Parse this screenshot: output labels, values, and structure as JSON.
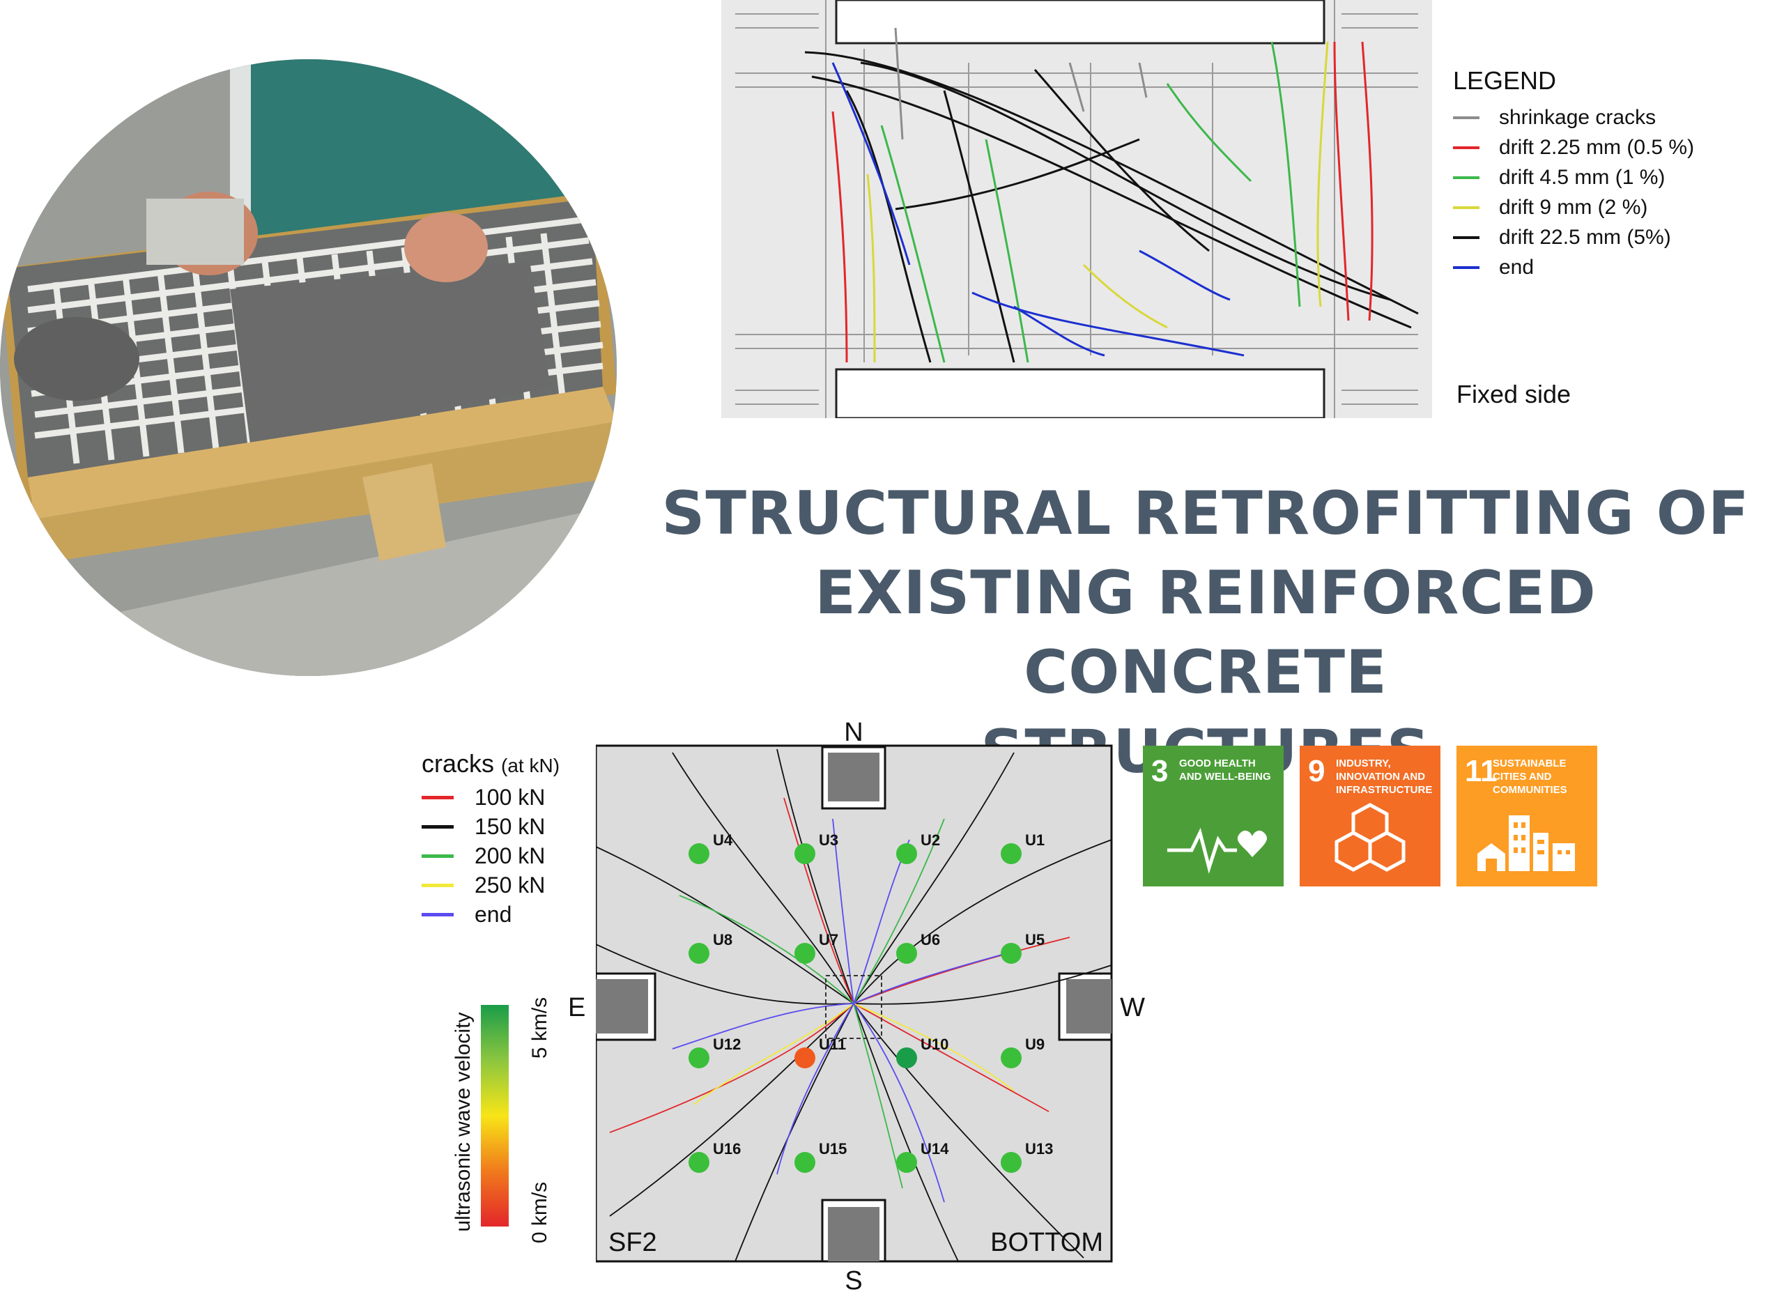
{
  "title": {
    "line1": "STRUCTURAL RETROFITTING OF",
    "line2": "EXISTING REINFORCED CONCRETE",
    "line3": "STRUCTURES"
  },
  "beam_figure": {
    "legend_title": "LEGEND",
    "legend": [
      {
        "label": "shrinkage cracks",
        "color": "#8c8c8c"
      },
      {
        "label": "drift 2.25 mm (0.5 %)",
        "color": "#e3262a"
      },
      {
        "label": "drift 4.5 mm (1 %)",
        "color": "#3cb84a"
      },
      {
        "label": "drift 9 mm (2 %)",
        "color": "#d8d83a"
      },
      {
        "label": "drift 22.5 mm (5%)",
        "color": "#111111"
      },
      {
        "label": "end",
        "color": "#1c2fd0"
      }
    ],
    "fixed_side": "Fixed side"
  },
  "slab_figure": {
    "legend_title": "cracks",
    "legend_title_unit": "(at kN)",
    "legend": [
      {
        "label": "100 kN",
        "color": "#e3262a"
      },
      {
        "label": "150 kN",
        "color": "#111111"
      },
      {
        "label": "200 kN",
        "color": "#3cb84a"
      },
      {
        "label": "250 kN",
        "color": "#f2e93a"
      },
      {
        "label": "end",
        "color": "#5a4cf0"
      }
    ],
    "directions": {
      "n": "N",
      "s": "S",
      "e": "E",
      "w": "W"
    },
    "corner_left": "SF2",
    "corner_right": "BOTTOM",
    "colorbar": {
      "axis_label": "ultrasonic wave velocity",
      "top_label": "5 km/s",
      "bottom_label": "0 km/s"
    },
    "sensors": [
      {
        "id": "U1",
        "color": "#3bbf3b"
      },
      {
        "id": "U2",
        "color": "#3bbf3b"
      },
      {
        "id": "U3",
        "color": "#3bbf3b"
      },
      {
        "id": "U4",
        "color": "#3bbf3b"
      },
      {
        "id": "U5",
        "color": "#3bbf3b"
      },
      {
        "id": "U6",
        "color": "#3bbf3b"
      },
      {
        "id": "U7",
        "color": "#3bbf3b"
      },
      {
        "id": "U8",
        "color": "#3bbf3b"
      },
      {
        "id": "U9",
        "color": "#3bbf3b"
      },
      {
        "id": "U10",
        "color": "#1a9d49"
      },
      {
        "id": "U11",
        "color": "#f05a1e"
      },
      {
        "id": "U12",
        "color": "#3bbf3b"
      },
      {
        "id": "U13",
        "color": "#3bbf3b"
      },
      {
        "id": "U14",
        "color": "#3bbf3b"
      },
      {
        "id": "U15",
        "color": "#3bbf3b"
      },
      {
        "id": "U16",
        "color": "#3bbf3b"
      }
    ]
  },
  "sdg_tiles": [
    {
      "number": "3",
      "text": "GOOD HEALTH AND WELL-BEING",
      "color": "#4c9f38"
    },
    {
      "number": "9",
      "text": "INDUSTRY, INNOVATION AND INFRASTRUCTURE",
      "color": "#f36d25"
    },
    {
      "number": "11",
      "text": "SUSTAINABLE CITIES AND COMMUNITIES",
      "color": "#fd9d24"
    }
  ]
}
